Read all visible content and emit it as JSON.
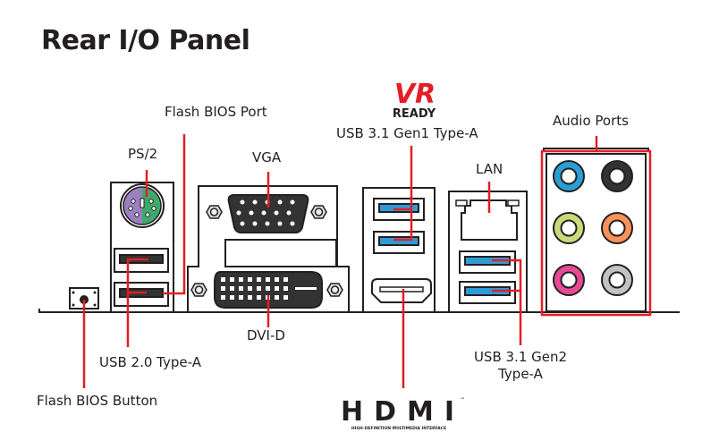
{
  "title": "Rear I/O Panel",
  "labels": {
    "flash_bios_port": "Flash BIOS Port",
    "ps2": "PS/2",
    "vga": "VGA",
    "usb31_gen1": "USB 3.1 Gen1 Type-A",
    "lan": "LAN",
    "audio_ports": "Audio Ports",
    "dvi_d": "DVI-D",
    "usb20": "USB 2.0 Type-A",
    "flash_bios_button": "Flash BIOS Button",
    "usb31_gen2_line1": "USB 3.1 Gen2",
    "usb31_gen2_line2": "Type-A"
  },
  "logos": {
    "vr": "VR",
    "ready": "READY",
    "hdmi": "HDMI",
    "hdmi_tm": "™",
    "hdmi_sub": "HIGH-DEFINITION MULTIMEDIA INTERFACE"
  },
  "colors": {
    "leader": "#e31e24",
    "usb3": "#2e9bd6",
    "ps2_mouse": "#9b7fc1",
    "ps2_kb": "#3ea96d",
    "audio": [
      "#2a9fd6",
      "#333333",
      "#c6dc7a",
      "#f7935a",
      "#e84a94",
      "#c0c2c4"
    ]
  }
}
